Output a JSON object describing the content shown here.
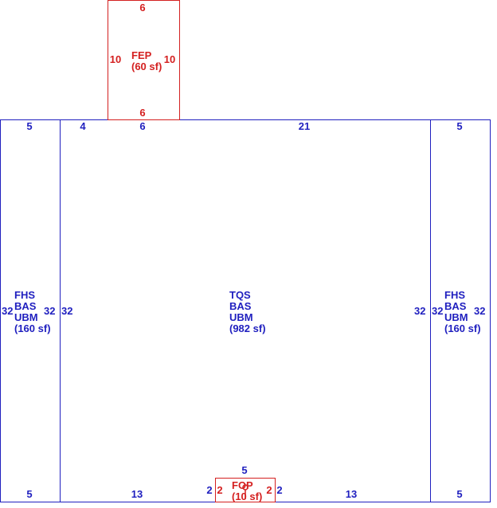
{
  "colors": {
    "blue": "#1f1fbf",
    "red": "#d42020"
  },
  "areas": {
    "left_wing": {
      "codes": [
        "FHS",
        "BAS",
        "UBM"
      ],
      "area": "(160 sf)",
      "top": "5",
      "bottom": "5",
      "left": "32",
      "right": "32"
    },
    "main": {
      "codes": [
        "TQS",
        "BAS",
        "UBM"
      ],
      "area": "(982 sf)",
      "top_a": "4",
      "top_b": "6",
      "top_c": "21",
      "left": "32",
      "right": "32",
      "bottom_a": "13",
      "bottom_b": "13",
      "bottom_c": "2",
      "bottom_d": "2",
      "inset": "5"
    },
    "right_wing": {
      "codes": [
        "FHS",
        "BAS",
        "UBM"
      ],
      "area": "(160 sf)",
      "top": "5",
      "bottom": "5",
      "left": "32",
      "right": "32"
    },
    "porch_top": {
      "code": "FEP",
      "area": "(60 sf)",
      "top": "6",
      "bottom": "6",
      "left": "10",
      "right": "10"
    },
    "porch_bottom": {
      "code": "FOP",
      "area": "(10 sf)",
      "left": "2",
      "right": "2"
    }
  }
}
